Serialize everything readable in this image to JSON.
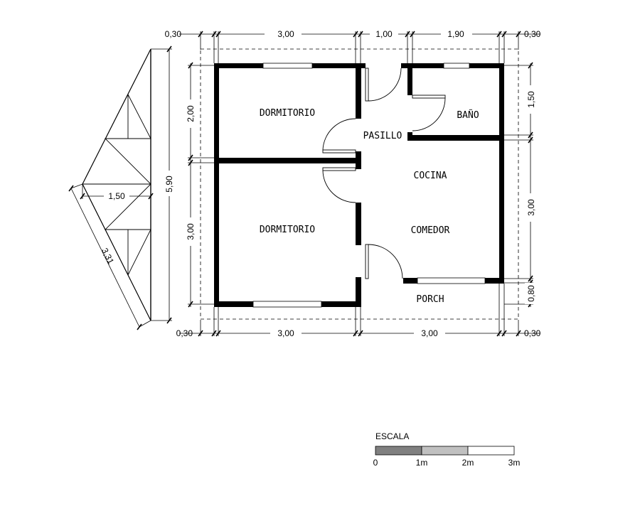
{
  "rooms": {
    "dormitorio_top": "DORMITORIO",
    "dormitorio_bottom": "DORMITORIO",
    "pasillo": "PASILLO",
    "bano": "BAÑO",
    "cocina": "COCINA",
    "comedor": "COMEDOR",
    "porch": "PORCH"
  },
  "dimensions": {
    "top": [
      "0,30",
      "3,00",
      "1,00",
      "1,90",
      "0,30"
    ],
    "bottom": [
      "0,30",
      "3,00",
      "3,00",
      "0,30"
    ],
    "left": [
      "2,00",
      "3,00"
    ],
    "right": [
      "1,50",
      "3,00",
      "0,80"
    ]
  },
  "roof_section": {
    "height": "5,90",
    "width": "1,50",
    "slope": "3,31"
  },
  "scale": {
    "title": "ESCALA",
    "ticks": [
      "0",
      "1m",
      "2m",
      "3m"
    ],
    "colors": [
      "#808080",
      "#c0c0c0",
      "#ffffff"
    ]
  }
}
